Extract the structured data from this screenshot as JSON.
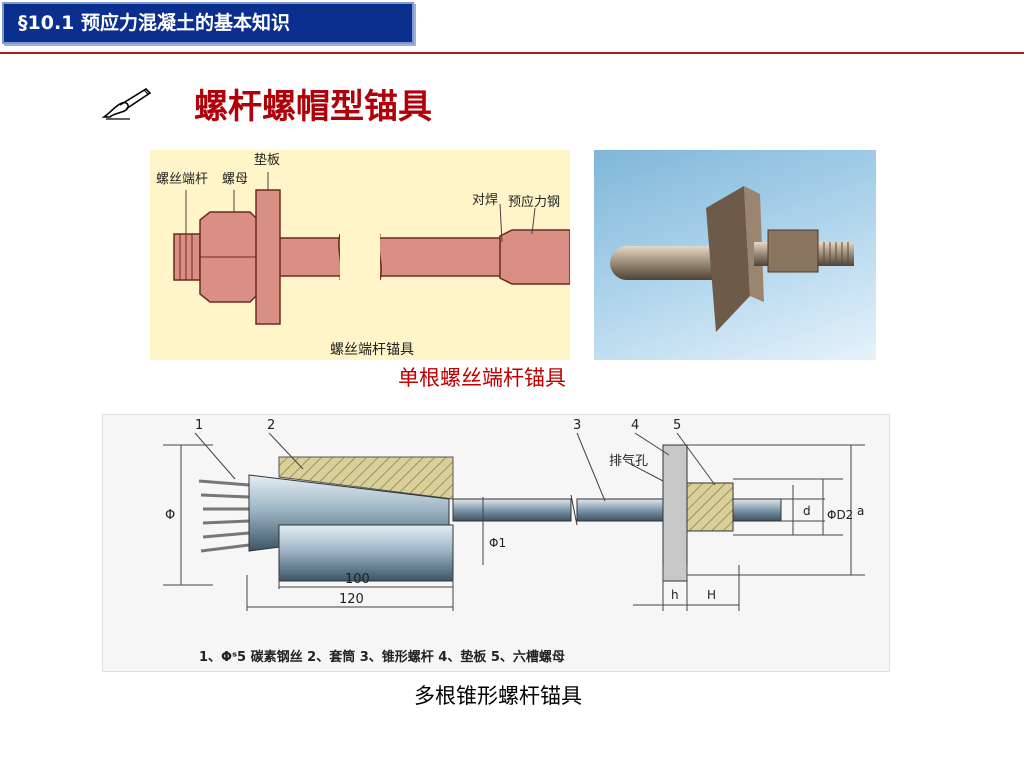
{
  "header": {
    "section_label": "§10.1 预应力混凝土的基本知识",
    "accent": "#0b2f8f"
  },
  "title": {
    "icon": "writing-hand-icon",
    "text": "螺杆螺帽型锚具",
    "color": "#b0000a"
  },
  "figure1": {
    "labels": {
      "screw_rod": "螺丝端杆",
      "nut": "螺母",
      "plate": "垫板",
      "weld": "对焊",
      "steel": "预应力钢",
      "caption_inner": "螺丝端杆锚具"
    }
  },
  "caption1": "单根螺丝端杆锚具",
  "figure2": {
    "numbers": [
      "1",
      "2",
      "3",
      "4",
      "5"
    ],
    "labels": {
      "vent": "排气孔",
      "phi": "Φ",
      "phi1": "Φ1",
      "d": "d",
      "phiD2": "ΦD2",
      "a": "a",
      "h": "h",
      "H": "H",
      "dim100": "100",
      "dim120": "120"
    },
    "legend": "1、Φˢ5 碳素钢丝   2、套筒   3、锥形螺杆   4、垫板   5、六槽螺母"
  },
  "caption2": "多根锥形螺杆锚具"
}
